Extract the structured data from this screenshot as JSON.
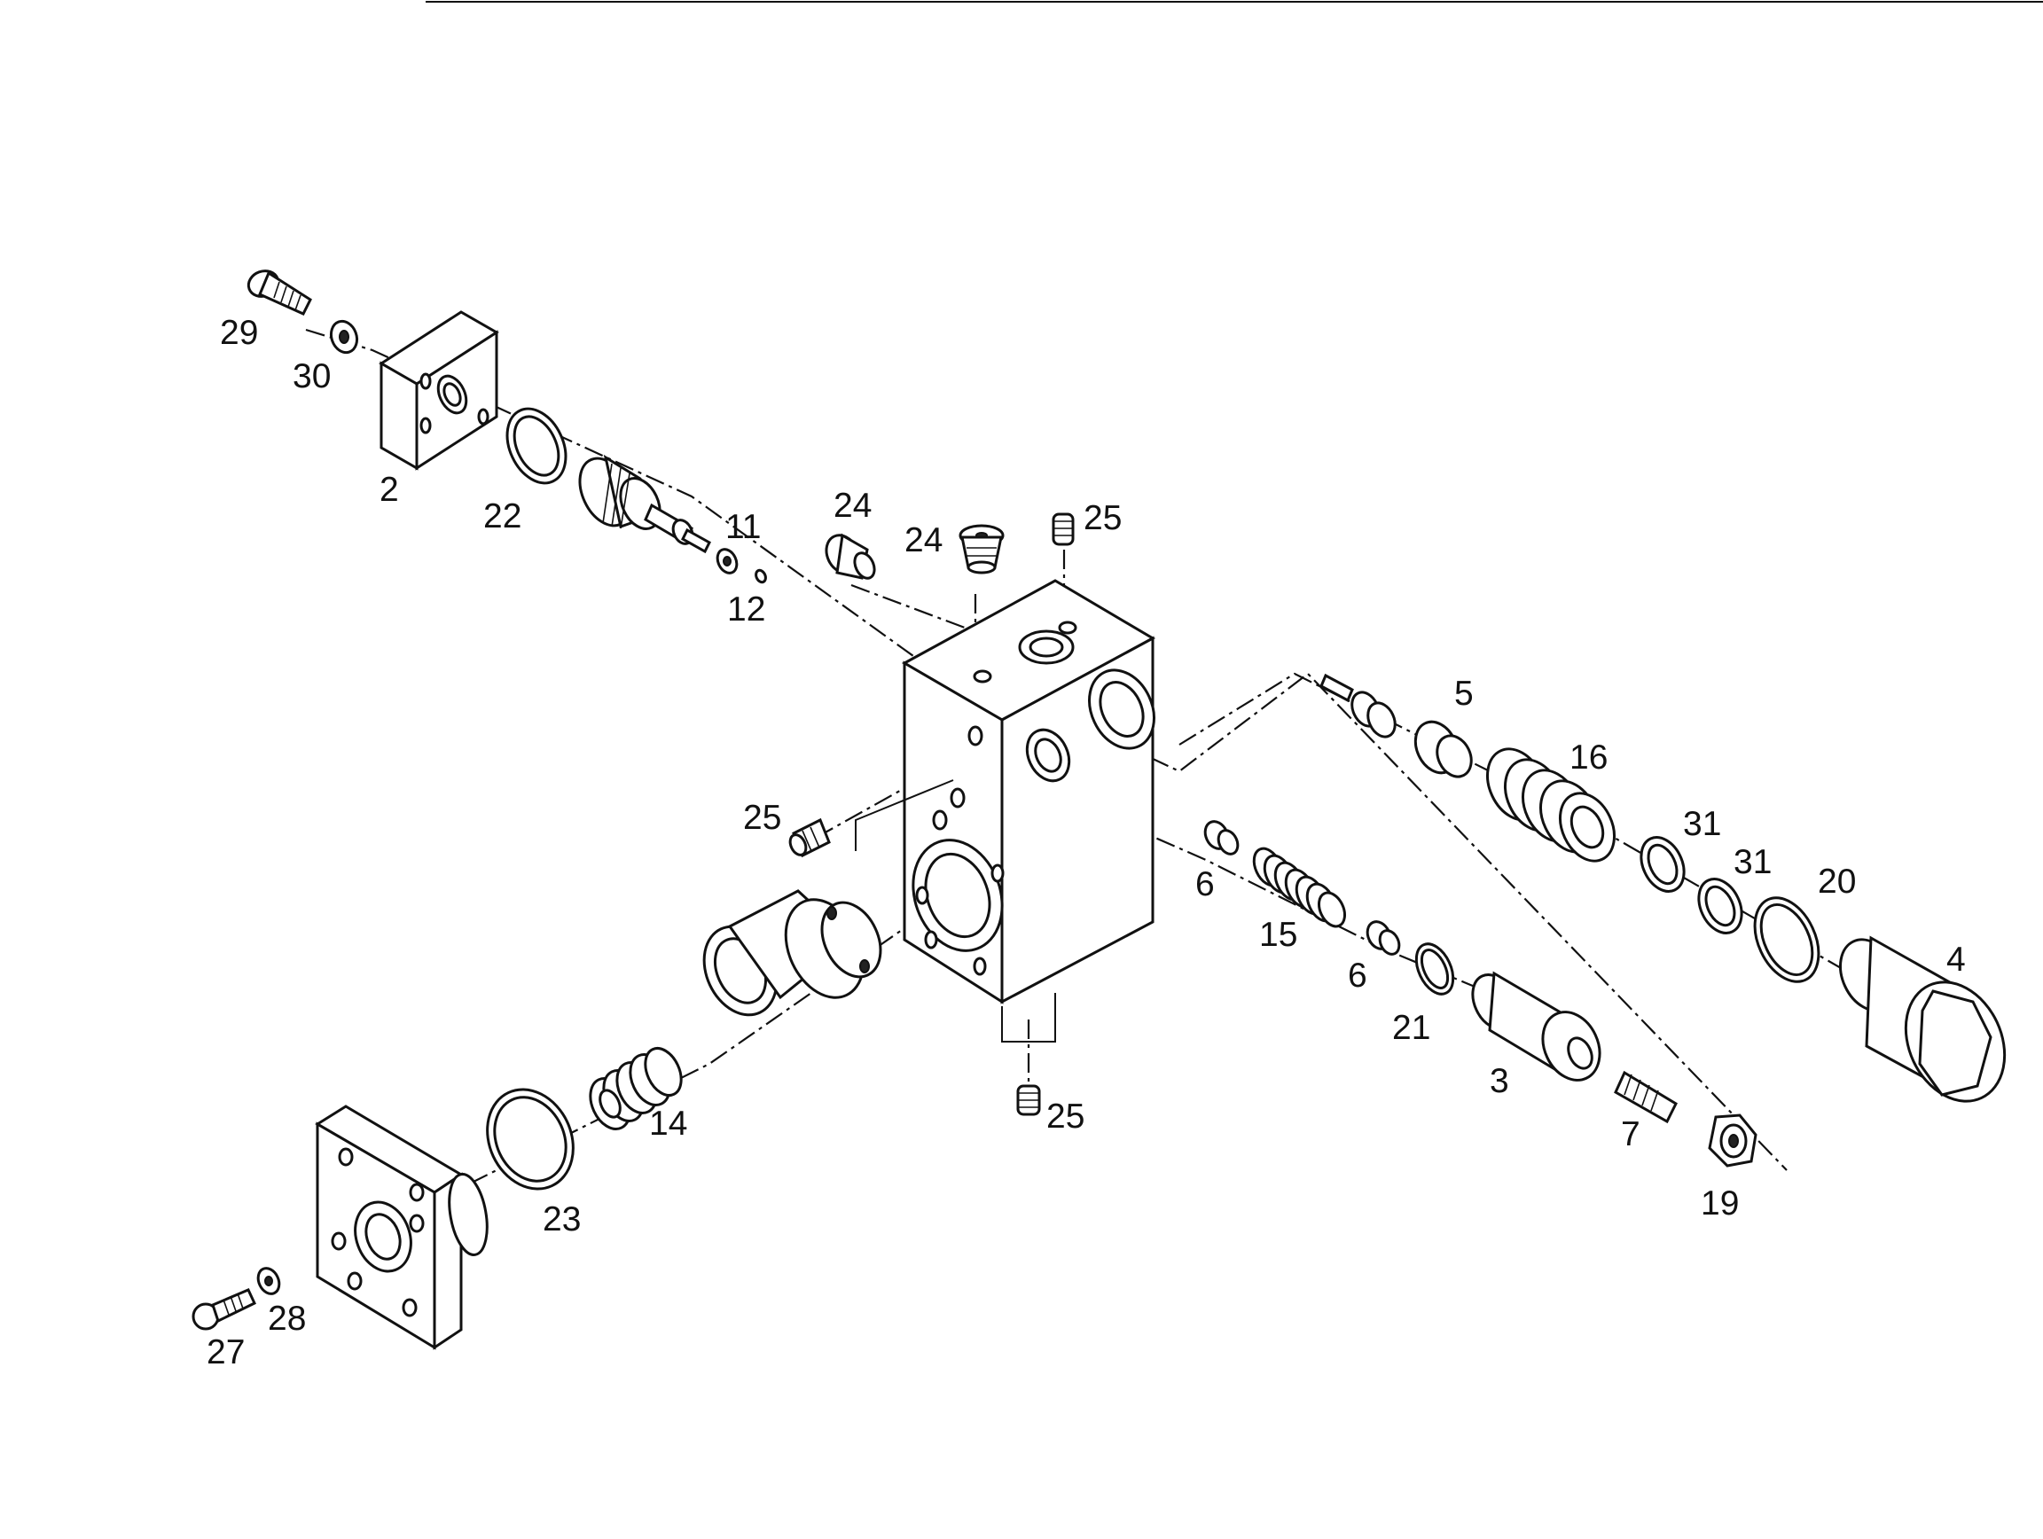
{
  "callouts": {
    "c2": "2",
    "c3": "3",
    "c4": "4",
    "c5": "5",
    "c6a": "6",
    "c6b": "6",
    "c7": "7",
    "c11": "11",
    "c12": "12",
    "c14": "14",
    "c15": "15",
    "c16": "16",
    "c19": "19",
    "c20": "20",
    "c21": "21",
    "c22": "22",
    "c23": "23",
    "c24a": "24",
    "c24b": "24",
    "c25a": "25",
    "c25b": "25",
    "c25c": "25",
    "c27": "27",
    "c28": "28",
    "c29": "29",
    "c30": "30",
    "c31a": "31",
    "c31b": "31"
  }
}
